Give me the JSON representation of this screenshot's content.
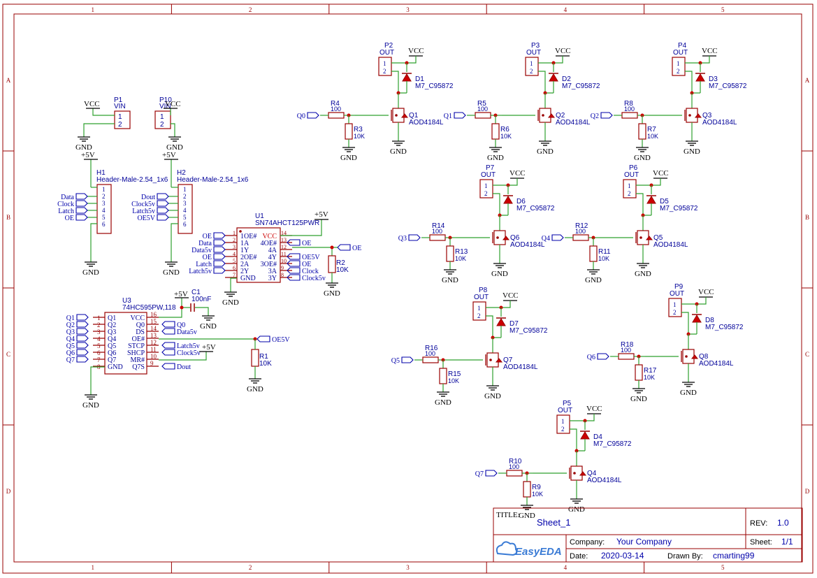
{
  "frame": {
    "columns": [
      "1",
      "2",
      "3",
      "4",
      "5"
    ],
    "rows": [
      "A",
      "B",
      "C",
      "D"
    ]
  },
  "title_block": {
    "title_label": "TITLE:",
    "title": "Sheet_1",
    "rev_label": "REV:",
    "rev": "1.0",
    "company_label": "Company:",
    "company": "Your Company",
    "sheet_label": "Sheet:",
    "sheet": "1/1",
    "date_label": "Date:",
    "date": "2020-03-14",
    "drawn_label": "Drawn By:",
    "drawn_by": "cmarting99",
    "logo_text": "EasyEDA"
  },
  "power": {
    "vcc": "VCC",
    "gnd": "GND",
    "p5v": "+5V"
  },
  "connectors": {
    "p1": {
      "ref": "P1",
      "value": "VIN",
      "pins": [
        "1",
        "2"
      ]
    },
    "p10": {
      "ref": "P10",
      "value": "VIN",
      "pins": [
        "1",
        "2"
      ]
    },
    "h1": {
      "ref": "H1",
      "value": "Header-Male-2.54_1x6",
      "pins": [
        "1",
        "2",
        "3",
        "4",
        "5",
        "6"
      ],
      "nets": [
        "Data",
        "Clock",
        "Latch",
        "OE"
      ]
    },
    "h2": {
      "ref": "H2",
      "value": "Header-Male-2.54_1x6",
      "pins": [
        "1",
        "2",
        "3",
        "4",
        "5",
        "6"
      ],
      "nets": [
        "Dout",
        "Clock5v",
        "Latch5v",
        "OE5V"
      ]
    }
  },
  "u1": {
    "ref": "U1",
    "value": "SN74AHCT125PWR",
    "left_pins": [
      {
        "num": "1",
        "name": "1OE#",
        "net": "OE"
      },
      {
        "num": "2",
        "name": "1A",
        "net": "Data"
      },
      {
        "num": "3",
        "name": "1Y",
        "net": "Data5v"
      },
      {
        "num": "4",
        "name": "2OE#",
        "net": "OE"
      },
      {
        "num": "5",
        "name": "2A",
        "net": "Latch"
      },
      {
        "num": "6",
        "name": "2Y",
        "net": "Latch5v"
      },
      {
        "num": "7",
        "name": "GND",
        "net": ""
      }
    ],
    "right_pins": [
      {
        "num": "14",
        "name": "VCC",
        "net": ""
      },
      {
        "num": "13",
        "name": "4OE#",
        "net": "OE"
      },
      {
        "num": "12",
        "name": "4A",
        "net": ""
      },
      {
        "num": "11",
        "name": "4Y",
        "net": "OE5V"
      },
      {
        "num": "10",
        "name": "3OE#",
        "net": "OE"
      },
      {
        "num": "9",
        "name": "3A",
        "net": "Clock"
      },
      {
        "num": "8",
        "name": "3Y",
        "net": "Clock5v"
      }
    ],
    "oe_net": "OE",
    "r2": {
      "ref": "R2",
      "value": "10K"
    }
  },
  "u3": {
    "ref": "U3",
    "value": "74HC595PW,118",
    "left_pins": [
      {
        "num": "1",
        "name": "Q1",
        "net": "Q1"
      },
      {
        "num": "2",
        "name": "Q2",
        "net": "Q2"
      },
      {
        "num": "3",
        "name": "Q3",
        "net": "Q3"
      },
      {
        "num": "4",
        "name": "Q4",
        "net": "Q4"
      },
      {
        "num": "5",
        "name": "Q5",
        "net": "Q5"
      },
      {
        "num": "6",
        "name": "Q6",
        "net": "Q6"
      },
      {
        "num": "7",
        "name": "Q7",
        "net": "Q7"
      },
      {
        "num": "8",
        "name": "GND",
        "net": ""
      }
    ],
    "right_pins": [
      {
        "num": "16",
        "name": "VCC",
        "net": ""
      },
      {
        "num": "15",
        "name": "Q0",
        "net": "Q0"
      },
      {
        "num": "14",
        "name": "DS",
        "net": "Data5v"
      },
      {
        "num": "13",
        "name": "OE#",
        "net": ""
      },
      {
        "num": "12",
        "name": "STCP",
        "net": "Latch5v"
      },
      {
        "num": "11",
        "name": "SHCP",
        "net": "Clock5v"
      },
      {
        "num": "10",
        "name": "MR#",
        "net": ""
      },
      {
        "num": "9",
        "name": "Q7S",
        "net": "Dout"
      }
    ],
    "c1": {
      "ref": "C1",
      "value": "100nF"
    },
    "r1": {
      "ref": "R1",
      "value": "10K"
    },
    "oe_net": "OE5V"
  },
  "channels": [
    {
      "conn": "P2",
      "out": "OUT",
      "diode": "D1",
      "dval": "M7_C95872",
      "q": "Q1",
      "qval": "AOD4184L",
      "rg": "R4",
      "rgv": "100",
      "rp": "R3",
      "rpv": "10K",
      "net": "Q0"
    },
    {
      "conn": "P3",
      "out": "OUT",
      "diode": "D2",
      "dval": "M7_C95872",
      "q": "Q2",
      "qval": "AOD4184L",
      "rg": "R5",
      "rgv": "100",
      "rp": "R6",
      "rpv": "10K",
      "net": "Q1"
    },
    {
      "conn": "P4",
      "out": "OUT",
      "diode": "D3",
      "dval": "M7_C95872",
      "q": "Q3",
      "qval": "AOD4184L",
      "rg": "R8",
      "rgv": "100",
      "rp": "R7",
      "rpv": "10K",
      "net": "Q2"
    },
    {
      "conn": "P7",
      "out": "OUT",
      "diode": "D6",
      "dval": "M7_C95872",
      "q": "Q6",
      "qval": "AOD4184L",
      "rg": "R14",
      "rgv": "100",
      "rp": "R13",
      "rpv": "10K",
      "net": "Q3"
    },
    {
      "conn": "P6",
      "out": "OUT",
      "diode": "D5",
      "dval": "M7_C95872",
      "q": "Q5",
      "qval": "AOD4184L",
      "rg": "R12",
      "rgv": "100",
      "rp": "R11",
      "rpv": "10K",
      "net": "Q4"
    },
    {
      "conn": "P8",
      "out": "OUT",
      "diode": "D7",
      "dval": "M7_C95872",
      "q": "Q7",
      "qval": "AOD4184L",
      "rg": "R16",
      "rgv": "100",
      "rp": "R15",
      "rpv": "10K",
      "net": "Q5"
    },
    {
      "conn": "P9",
      "out": "OUT",
      "diode": "D8",
      "dval": "M7_C95872",
      "q": "Q8",
      "qval": "AOD4184L",
      "rg": "R18",
      "rgv": "100",
      "rp": "R17",
      "rpv": "10K",
      "net": "Q6"
    },
    {
      "conn": "P5",
      "out": "OUT",
      "diode": "D4",
      "dval": "M7_C95872",
      "q": "Q4",
      "qval": "AOD4184L",
      "rg": "R10",
      "rgv": "100",
      "rp": "R9",
      "rpv": "10K",
      "net": "Q7"
    }
  ]
}
